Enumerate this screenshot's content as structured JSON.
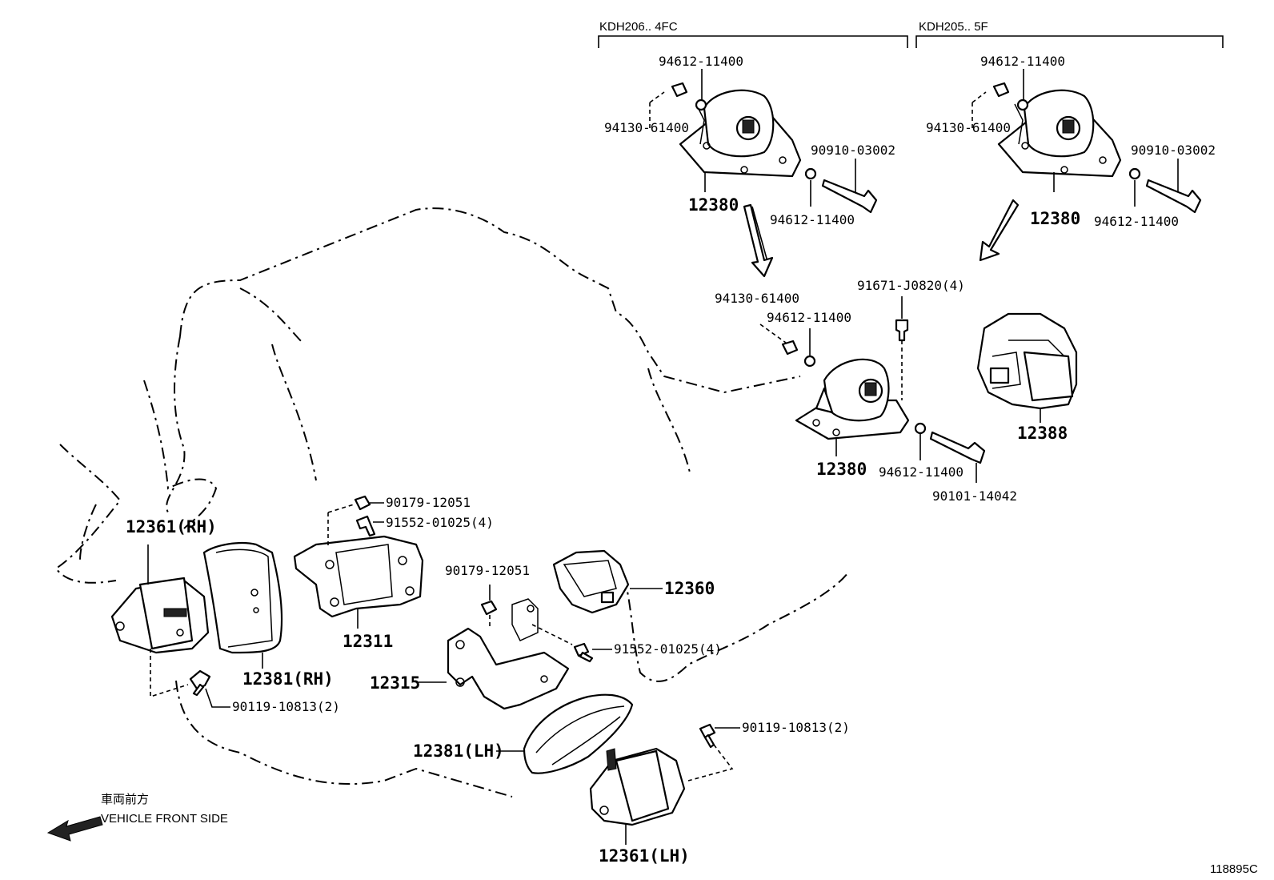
{
  "headers": {
    "variant_left": "KDH206.. 4FC",
    "variant_right": "KDH205.. 5F"
  },
  "callouts": {
    "left_top_washer": "94612-11400",
    "left_top_nut": "94130-61400",
    "left_top_bolt": "90910-03002",
    "left_top_mount": "12380",
    "left_top_washer2": "94612-11400",
    "right_top_washer": "94612-11400",
    "right_top_nut": "94130-61400",
    "right_top_bolt": "90910-03002",
    "right_top_mount": "12380",
    "right_top_washer2": "94612-11400",
    "mid_nut": "94130-61400",
    "mid_washer": "94612-11400",
    "mid_bolt_top": "91671-J0820(4)",
    "mid_mount": "12380",
    "mid_washer2": "94612-11400",
    "mid_bolt": "90101-14042",
    "crossmember": "12388",
    "nut_90179_a": "90179-12051",
    "bolt_91552_a": "91552-01025(4)",
    "insulator_rh": "12361(RH)",
    "cover_rh": "12381(RH)",
    "bracket_12311": "12311",
    "bolt_90119_rh": "90119-10813(2)",
    "nut_90179_b": "90179-12051",
    "bracket_12360": "12360",
    "bolt_91552_b": "91552-01025(4)",
    "bracket_12315": "12315",
    "cover_lh": "12381(LH)",
    "bolt_90119_lh": "90119-10813(2)",
    "insulator_lh": "12361(LH)"
  },
  "direction": {
    "japanese": "車両前方",
    "english": "VEHICLE FRONT SIDE"
  },
  "diagram_ref": "118895C"
}
